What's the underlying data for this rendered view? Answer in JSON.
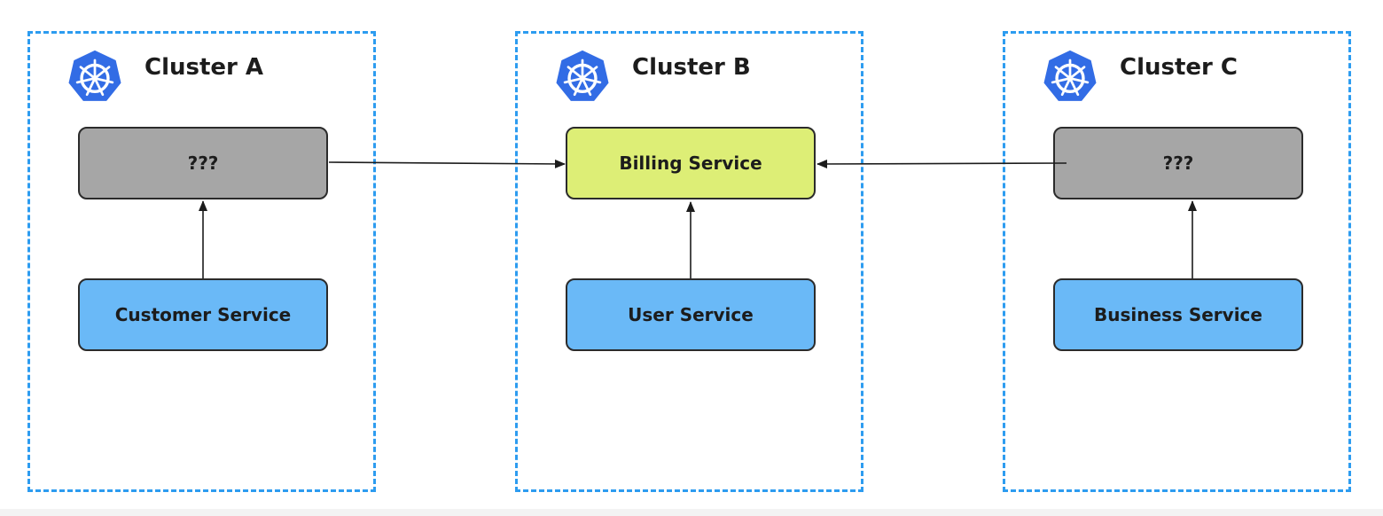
{
  "clusters": [
    {
      "title": "Cluster A",
      "icon": "kubernetes-icon",
      "top_node": "???",
      "bottom_node": "Customer Service"
    },
    {
      "title": "Cluster B",
      "icon": "kubernetes-icon",
      "top_node": "Billing Service",
      "bottom_node": "User Service"
    },
    {
      "title": "Cluster C",
      "icon": "kubernetes-icon",
      "top_node": "???",
      "bottom_node": "Business Service"
    }
  ],
  "connections": [
    {
      "from": "Customer Service",
      "to": "???"
    },
    {
      "from": "User Service",
      "to": "Billing Service"
    },
    {
      "from": "Business Service",
      "to": "???"
    },
    {
      "from": "??? (Cluster A)",
      "to": "Billing Service"
    },
    {
      "from": "??? (Cluster C)",
      "to": "Billing Service"
    }
  ],
  "colors": {
    "cluster_border": "#2d9cf0",
    "kubernetes_blue": "#326ce5",
    "unknown_node": "#a6a6a6",
    "billing_node": "#ddee76",
    "service_node": "#6ab9f7",
    "arrow": "#1c1c1c"
  }
}
